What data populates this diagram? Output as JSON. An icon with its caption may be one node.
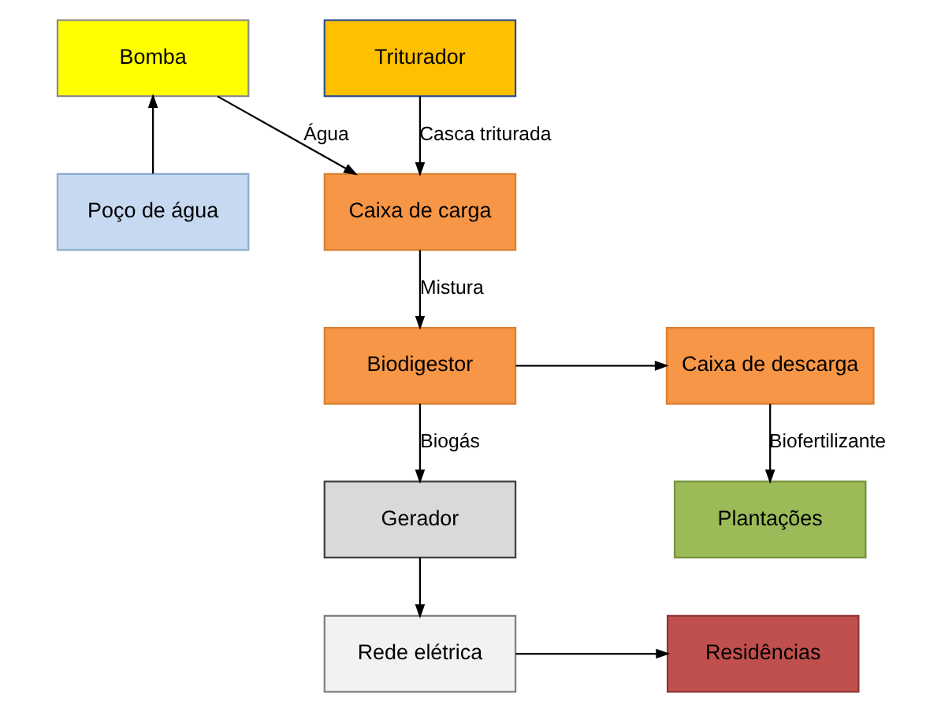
{
  "diagram": {
    "nodes": [
      {
        "text": [
          "Bomba"
        ]
      },
      {
        "text": [
          "Triturador"
        ]
      },
      {
        "text": [
          "Poço de água"
        ]
      },
      {
        "text": [
          "Caixa de carga"
        ]
      },
      {
        "text": [
          "Caixa de descarga"
        ]
      },
      {
        "text": [
          "Biodigestor"
        ]
      },
      {
        "text": [
          "Gerador"
        ]
      },
      {
        "text": [
          "Plantações"
        ]
      },
      {
        "text": [
          "Rede elétrica"
        ]
      },
      {
        "text": [
          "Residências"
        ]
      }
    ],
    "edges": [
      {
        "from": 2,
        "to": 0,
        "arrow": "to"
      },
      {
        "from": 0,
        "to": 3,
        "arrow": "to",
        "label": "Água"
      },
      {
        "from": 1,
        "to": 3,
        "arrow": "to",
        "label": "Casca triturada"
      },
      {
        "from": 3,
        "to": 5,
        "arrow": "to",
        "label": "Mistura"
      },
      {
        "from": 5,
        "to": 4,
        "arrow": "to"
      },
      {
        "from": 4,
        "to": 7,
        "arrow": "to",
        "label": "Biofertilizante"
      },
      {
        "from": 5,
        "to": 6,
        "arrow": "to",
        "label": "Biogás"
      },
      {
        "from": 6,
        "to": 8,
        "arrow": "to"
      },
      {
        "from": 8,
        "to": 9,
        "arrow": "to"
      }
    ]
  }
}
